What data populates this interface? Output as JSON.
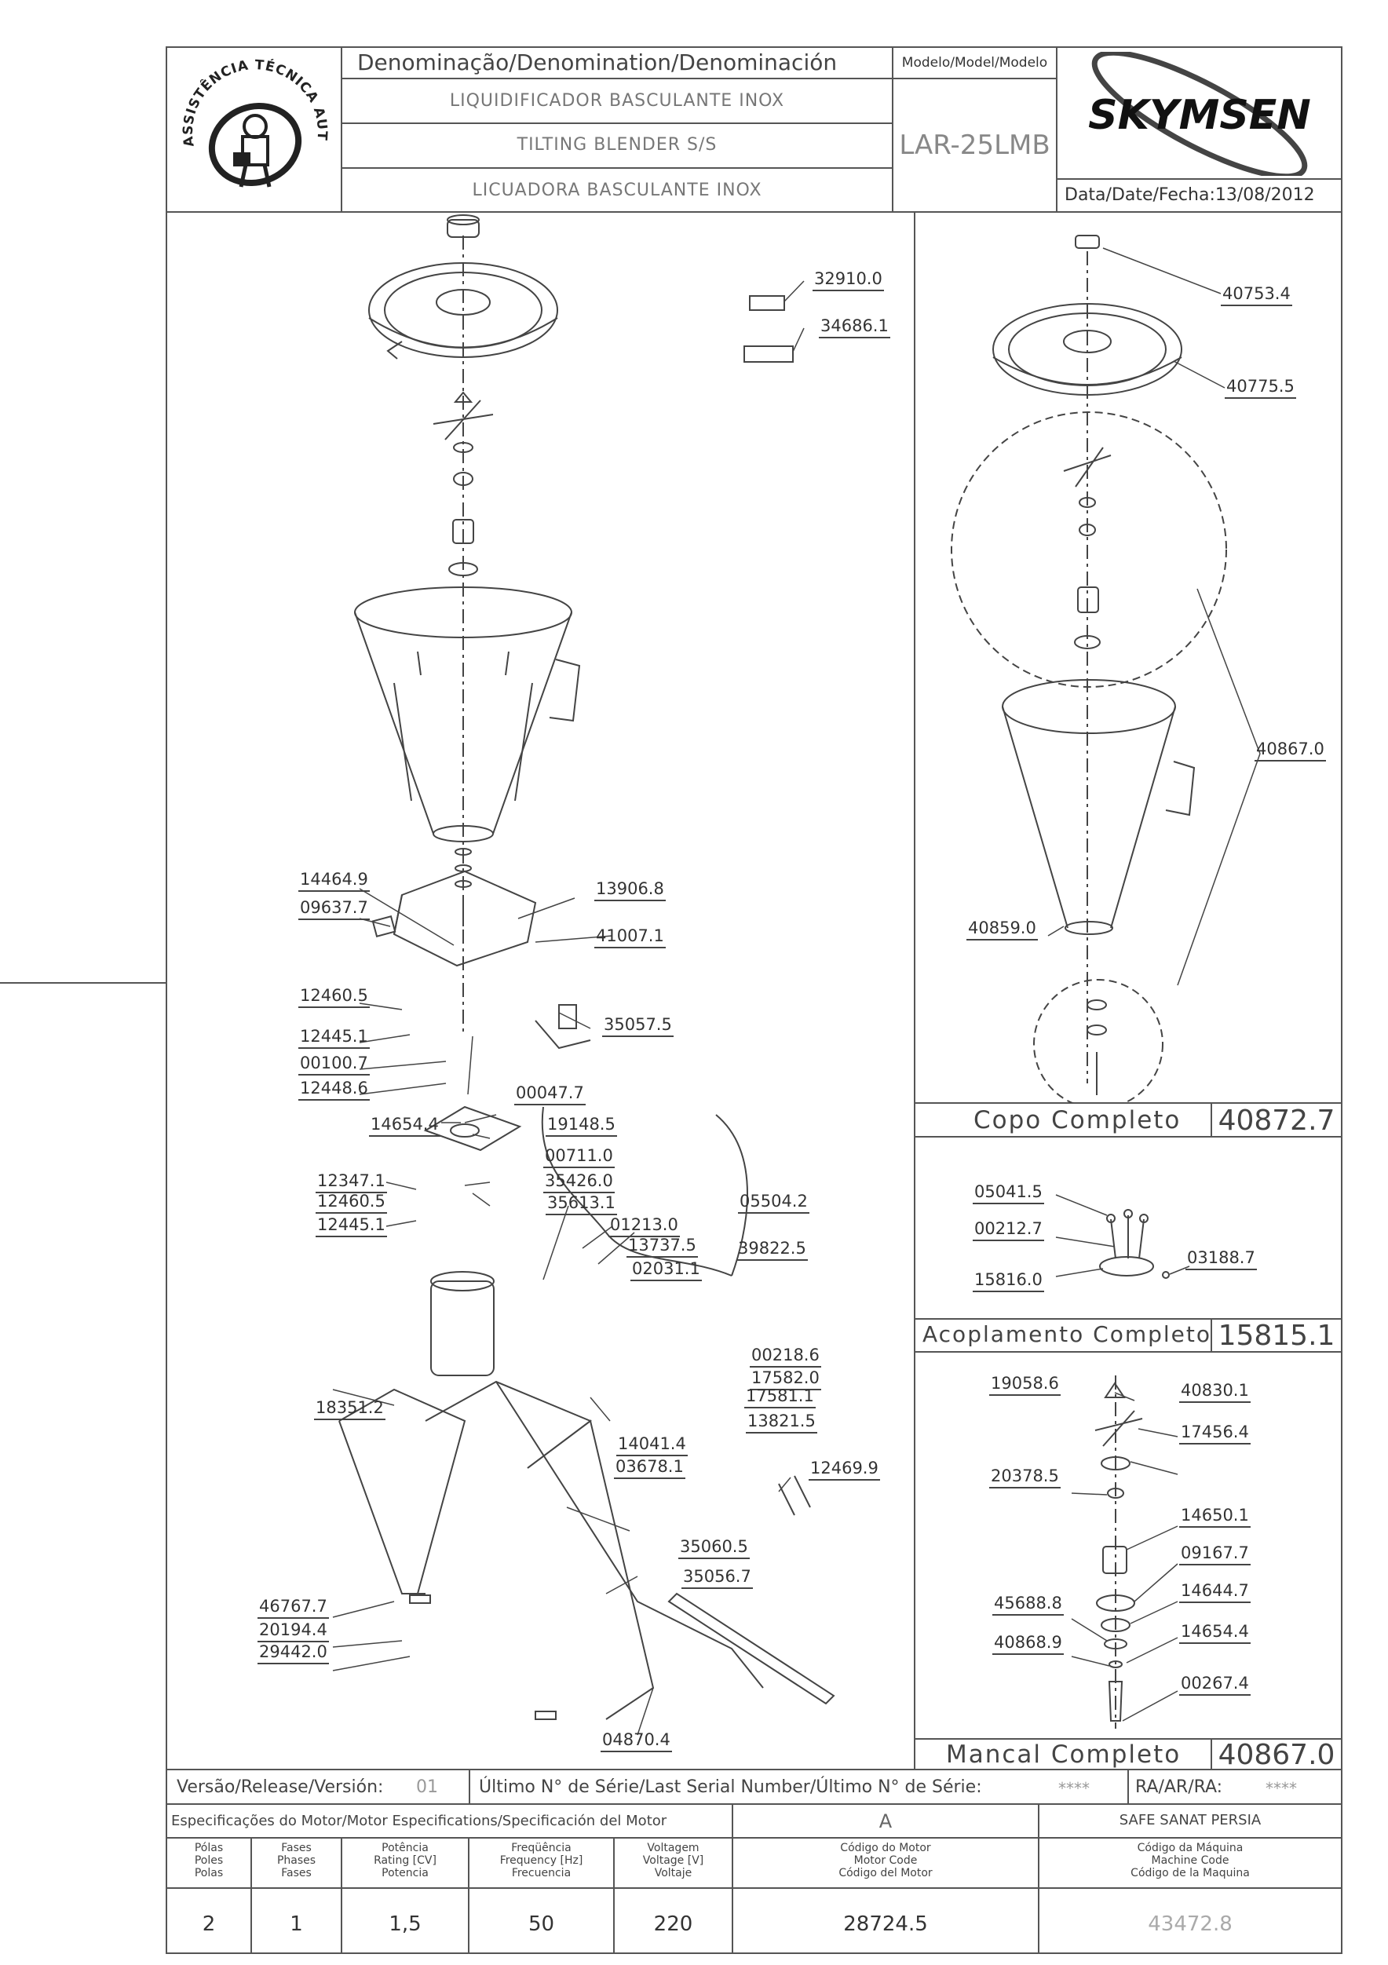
{
  "stamp": {
    "text": "ASSISTÊNCIA TÉCNICA AUTORIZADA"
  },
  "header": {
    "denomination_label": "Denominação/Denomination/Denominación",
    "names": [
      "LIQUIDIFICADOR BASCULANTE INOX",
      "TILTING BLENDER S/S",
      "LICUADORA BASCULANTE INOX"
    ],
    "model_label": "Modelo/Model/Modelo",
    "model_value": "LAR-25LMB",
    "brand": "SKYMSEN",
    "date_label": "Data/Date/Fecha:",
    "date_value": "13/08/2012"
  },
  "main_parts": [
    "32910.0",
    "34686.1",
    "14464.9",
    "09637.7",
    "13906.8",
    "41007.1",
    "12460.5",
    "12445.1",
    "35057.5",
    "00100.7",
    "12448.6",
    "00047.7",
    "14654.4",
    "19148.5",
    "00711.0",
    "12347.1",
    "35426.0",
    "12460.5",
    "35613.1",
    "12445.1",
    "01213.0",
    "05504.2",
    "13737.5",
    "39822.5",
    "02031.1",
    "00218.6",
    "17582.0",
    "17581.1",
    "13821.5",
    "18351.2",
    "14041.4",
    "03678.1",
    "12469.9",
    "35060.5",
    "35056.7",
    "46767.7",
    "20194.4",
    "29442.0",
    "04870.4"
  ],
  "copo": {
    "parts": [
      "40753.4",
      "40775.5",
      "40867.0",
      "40859.0"
    ],
    "title": "Copo Completo",
    "code": "40872.7"
  },
  "acoplamento": {
    "parts": [
      "05041.5",
      "00212.7",
      "03188.7",
      "15816.0"
    ],
    "title": "Acoplamento Completo",
    "code": "15815.1"
  },
  "mancal": {
    "parts": [
      "19058.6",
      "40830.1",
      "17456.4",
      "20378.5",
      "14650.1",
      "09167.7",
      "14644.7",
      "45688.8",
      "14654.4",
      "40868.9",
      "00267.4"
    ],
    "title": "Mancal Completo",
    "code": "40867.0"
  },
  "release": {
    "version_label": "Versão/Release/Versión:",
    "version_value": "01",
    "serial_label": "Último N° de Série/Last Serial Number/Último N° de Série:",
    "serial_value": "****",
    "ra_label": "RA/AR/RA:",
    "ra_value": "****"
  },
  "motor": {
    "spec_label": "Especificações do Motor/Motor Especifications/Specificación del Motor",
    "spec_value": "A",
    "client": "SAFE SANAT PERSIA",
    "col_poles": "Pólas\nPoles\nPolas",
    "col_phases": "Fases\nPhases\nFases",
    "col_power": "Potência\nRating [CV]\nPotencia",
    "col_freq": "Freqüência\nFrequency [Hz]\nFrecuencia",
    "col_voltage": "Voltagem\nVoltage [V]\nVoltaje",
    "col_motor_code": "Código do Motor\nMotor Code\nCódigo del Motor",
    "col_machine_code": "Código da Máquina\nMachine Code\nCódigo de la Maquina",
    "poles": "2",
    "phases": "1",
    "power": "1,5",
    "freq": "50",
    "voltage": "220",
    "motor_code": "28724.5",
    "machine_code": "43472.8"
  }
}
